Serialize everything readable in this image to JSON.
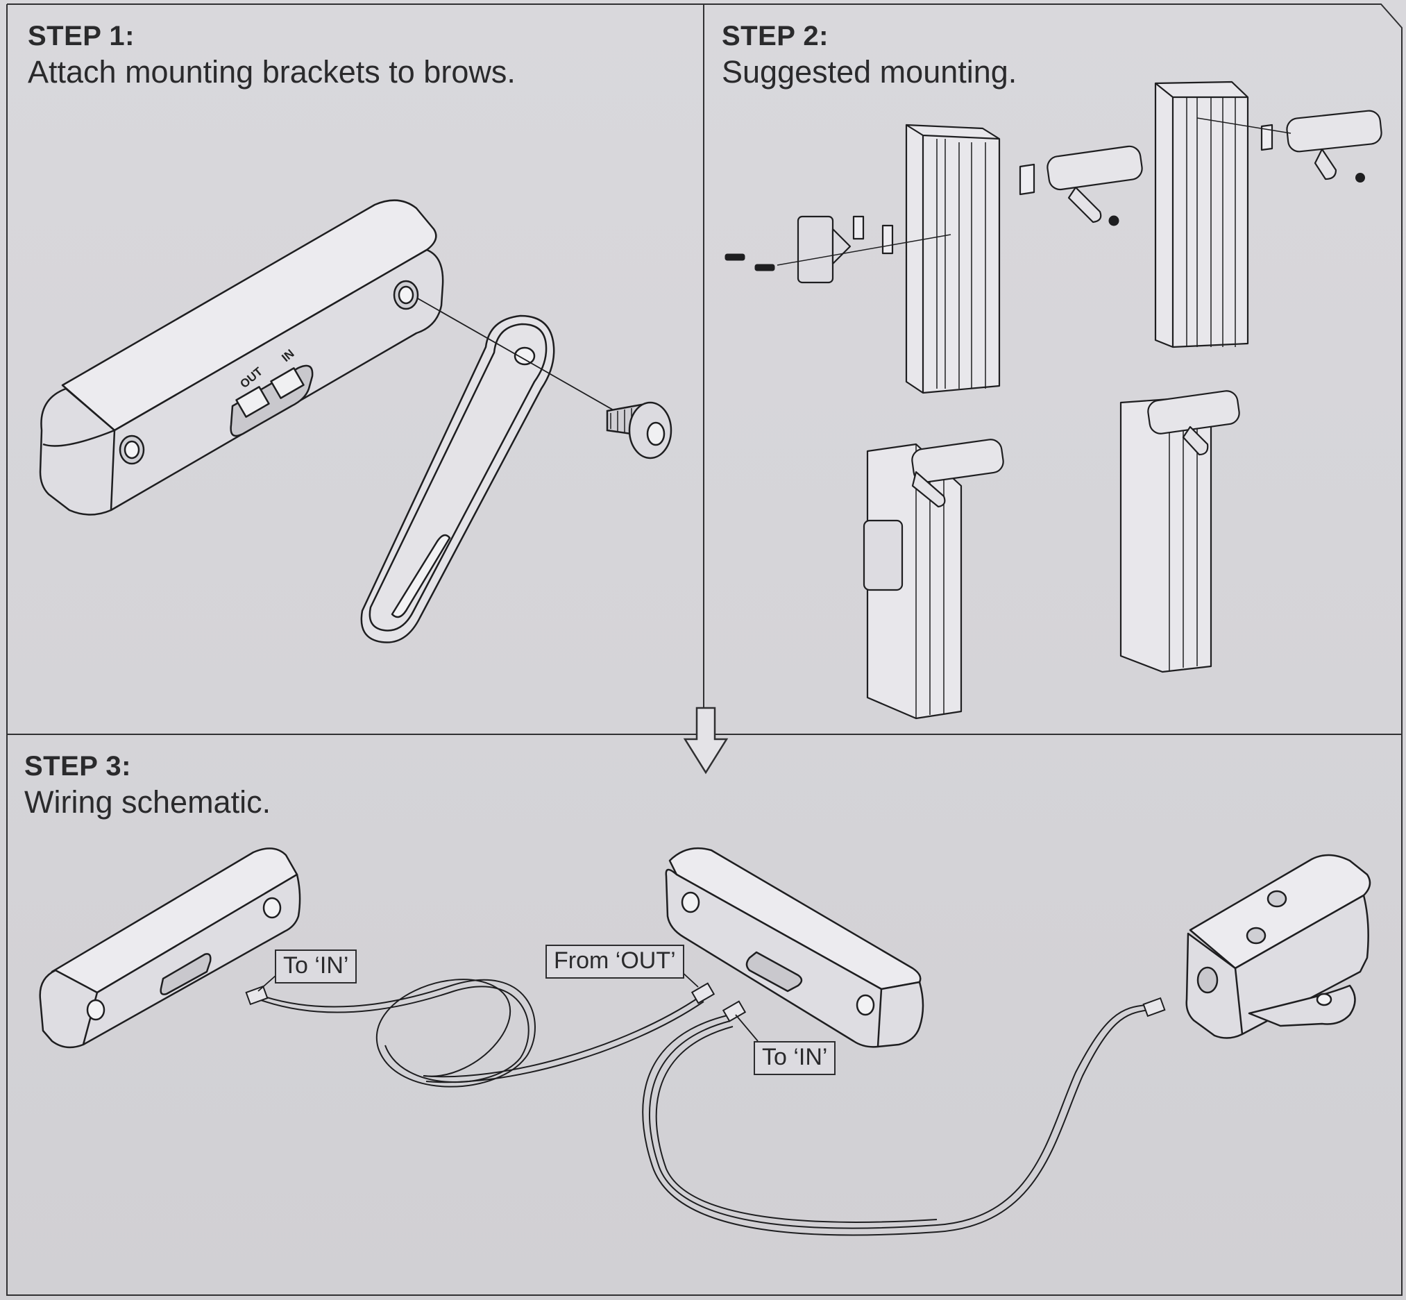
{
  "step1": {
    "title": "STEP 1:",
    "subtitle": "Attach mounting brackets to brows."
  },
  "step2": {
    "title": "STEP 2:",
    "subtitle": "Suggested mounting."
  },
  "step3": {
    "title": "STEP 3:",
    "subtitle": "Wiring schematic."
  },
  "ports": {
    "out": "OUT",
    "in": "IN"
  },
  "callouts": {
    "to_in_1": "To ‘IN’",
    "from_out": "From ‘OUT’",
    "to_in_2": "To ‘IN’"
  },
  "colors": {
    "paper": "#d7d6da",
    "line": "#1e1e20",
    "part_fill": "#e6e5e9"
  }
}
